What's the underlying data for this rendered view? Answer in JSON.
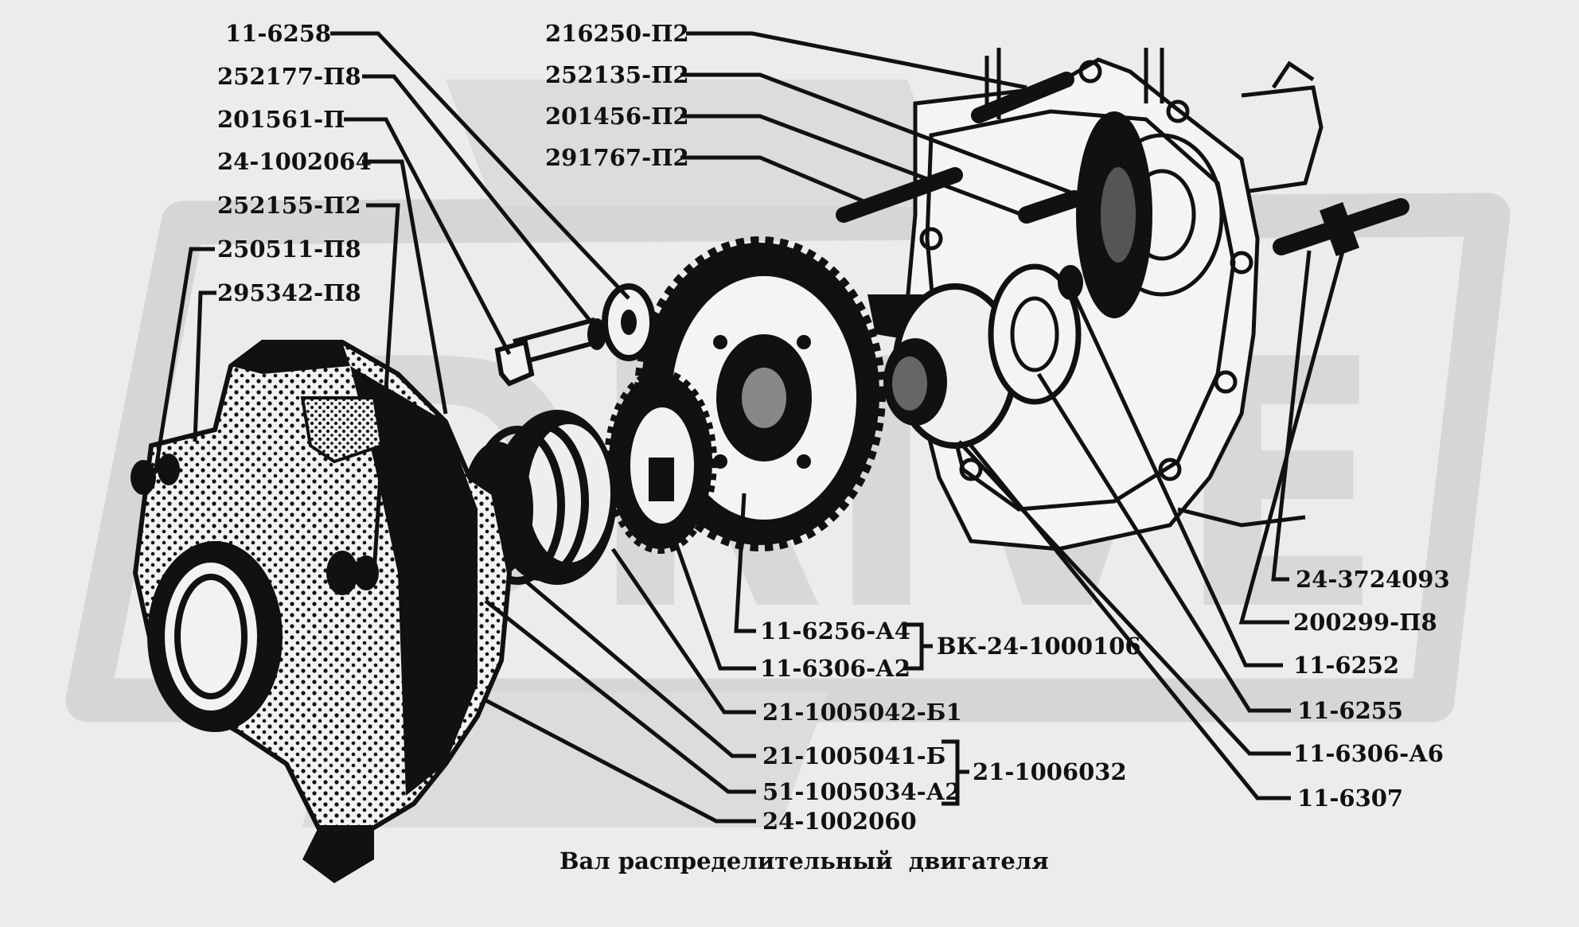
{
  "caption": "Вал распределительный  двигателя",
  "watermark": "DRIVE",
  "colors": {
    "background": "#ececec",
    "ink": "#111111",
    "watermark": "#d4d4d4"
  },
  "labels": [
    {
      "id": "l1",
      "text": "11-6258"
    },
    {
      "id": "l2",
      "text": "252177-П8"
    },
    {
      "id": "l3",
      "text": "201561-П"
    },
    {
      "id": "l4",
      "text": "24-1002064"
    },
    {
      "id": "l5",
      "text": "252155-П2"
    },
    {
      "id": "l6",
      "text": "250511-П8"
    },
    {
      "id": "l7",
      "text": "295342-П8"
    },
    {
      "id": "l8",
      "text": "216250-П2"
    },
    {
      "id": "l9",
      "text": "252135-П2"
    },
    {
      "id": "l10",
      "text": "201456-П2"
    },
    {
      "id": "l11",
      "text": "291767-П2"
    },
    {
      "id": "l12",
      "text": "24-3724093"
    },
    {
      "id": "l13",
      "text": "200299-П8"
    },
    {
      "id": "l14",
      "text": "11-6252"
    },
    {
      "id": "l15",
      "text": "11-6255"
    },
    {
      "id": "l16",
      "text": "11-6306-А6"
    },
    {
      "id": "l17",
      "text": "11-6307"
    },
    {
      "id": "l18",
      "text": "11-6256-А4"
    },
    {
      "id": "l19",
      "text": "11-6306-А2"
    },
    {
      "id": "l20",
      "text": "21-1005042-Б1"
    },
    {
      "id": "l21",
      "text": "21-1005041-Б"
    },
    {
      "id": "l22",
      "text": "51-1005034-А2"
    },
    {
      "id": "l23",
      "text": "24-1002060"
    }
  ],
  "groups": [
    {
      "id": "g1",
      "text": "ВК-24-1000106",
      "members": [
        "11-6256-А4",
        "11-6306-А2"
      ]
    },
    {
      "id": "g2",
      "text": "21-1006032",
      "members": [
        "21-1005041-Б",
        "51-1005034-А2"
      ]
    }
  ]
}
